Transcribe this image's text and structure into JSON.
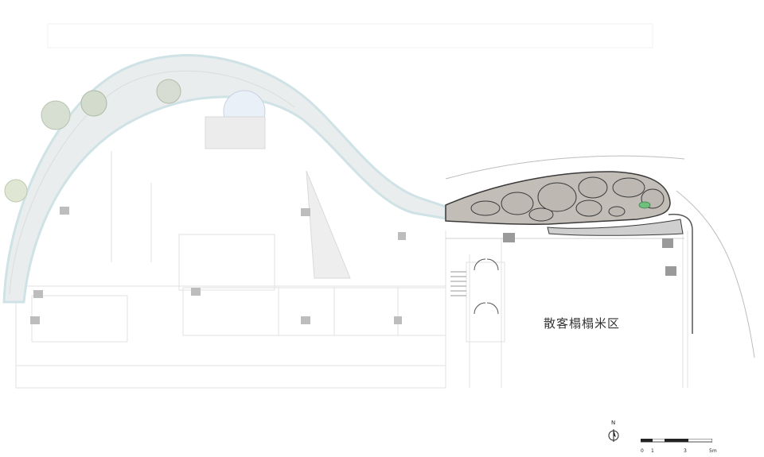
{
  "zone_label": "散客榻榻米区",
  "north": "N",
  "scale_ticks": [
    "0",
    "1",
    "3",
    "5m"
  ],
  "colors": {
    "building_line": "#d6d6d6",
    "garden_band": "#e7ecec",
    "rock_fill": "#b9b4ad",
    "rock_edge": "#3a3a3a",
    "water_edge": "#cfe2e6",
    "marker": "#bdbdbd"
  }
}
